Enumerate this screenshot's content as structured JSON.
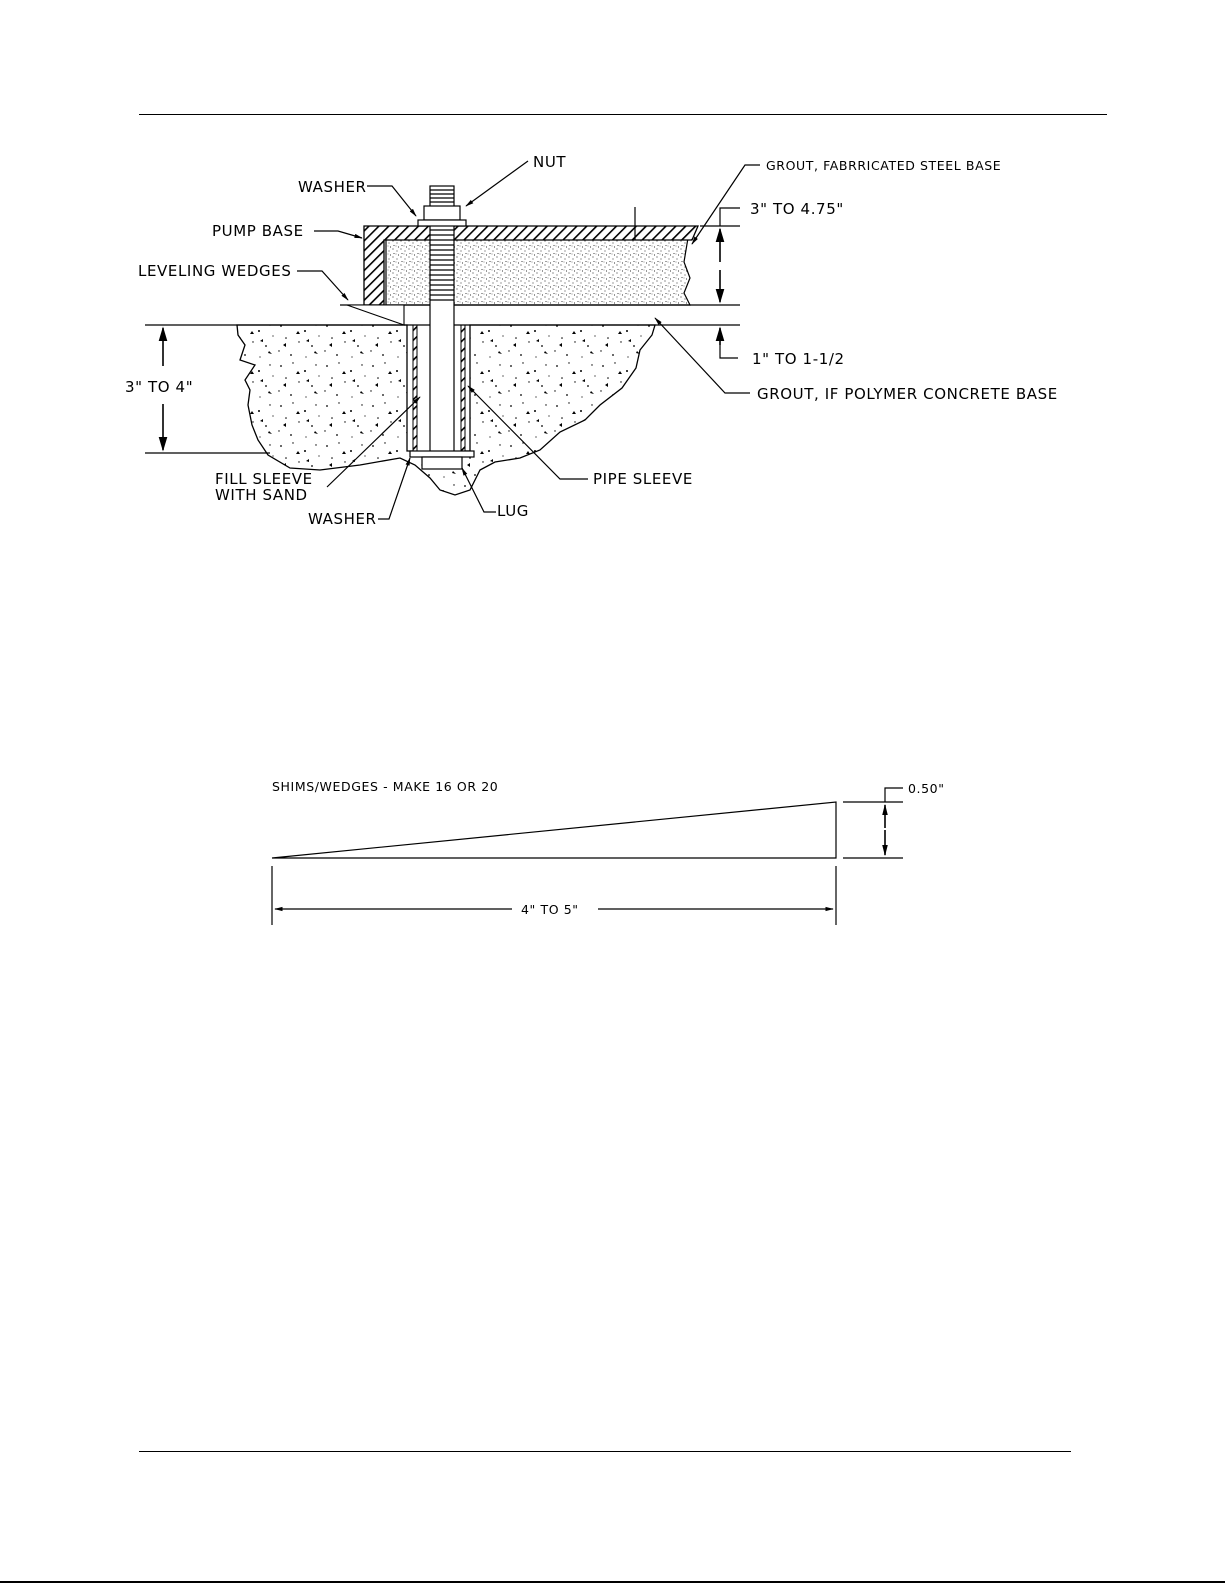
{
  "detail_1": {
    "labels": {
      "nut": "NUT",
      "washer_top": "WASHER",
      "pump_base": "PUMP BASE",
      "leveling_wedges": "LEVELING WEDGES",
      "grout_steel": "GROUT, FABRRICATED STEEL BASE",
      "dim_top": "3\" TO 4.75\"",
      "dim_grout": "1\" TO 1-1/2",
      "grout_polymer": "GROUT, IF POLYMER CONCRETE BASE",
      "dim_left": "3\" TO 4\"",
      "fill_sleeve_1": "FILL SLEEVE",
      "fill_sleeve_2": "WITH SAND",
      "washer_bottom": "WASHER",
      "lug": "LUG",
      "pipe_sleeve": "PIPE SLEEVE"
    }
  },
  "detail_2": {
    "labels": {
      "title": "SHIMS/WEDGES - MAKE 16 OR 20",
      "dim_height": "0.50\"",
      "dim_length": "4\" TO 5\""
    }
  }
}
